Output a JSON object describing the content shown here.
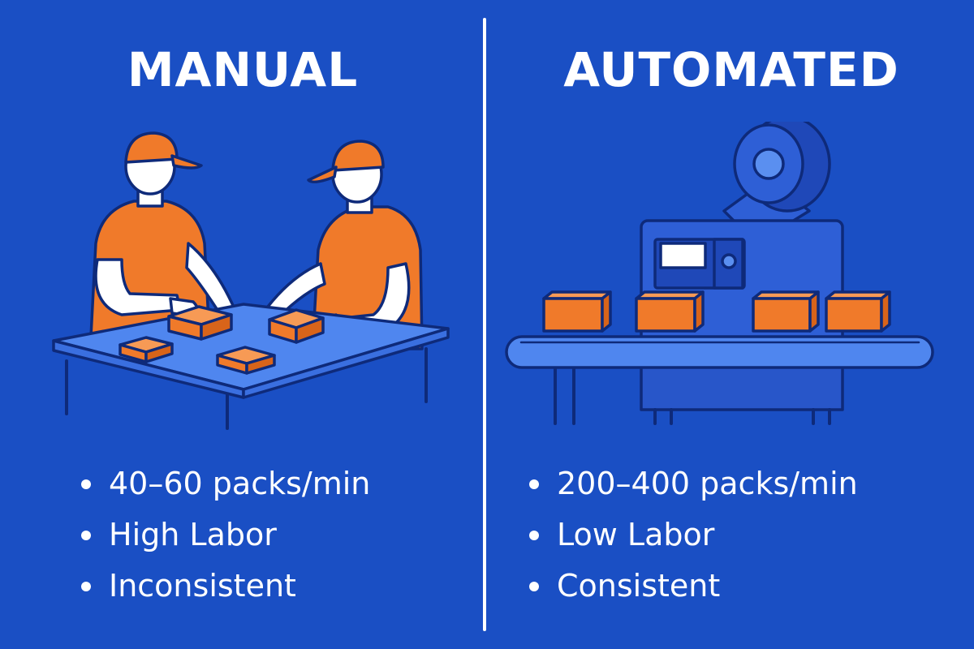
{
  "colors": {
    "background": "#1a4fc4",
    "accent_orange": "#f07a2a",
    "outline": "#0e2a7a",
    "table": "#4f86ef",
    "machine": "#2e5fd6",
    "text": "#ffffff"
  },
  "manual": {
    "title": "MANUAL",
    "illustration": "workers-packing-icon",
    "points": [
      "40–60 packs/min",
      "High Labor",
      "Inconsistent"
    ]
  },
  "automated": {
    "title": "AUTOMATED",
    "illustration": "packaging-machine-icon",
    "points": [
      "200–400 packs/min",
      "Low Labor",
      "Consistent"
    ]
  }
}
